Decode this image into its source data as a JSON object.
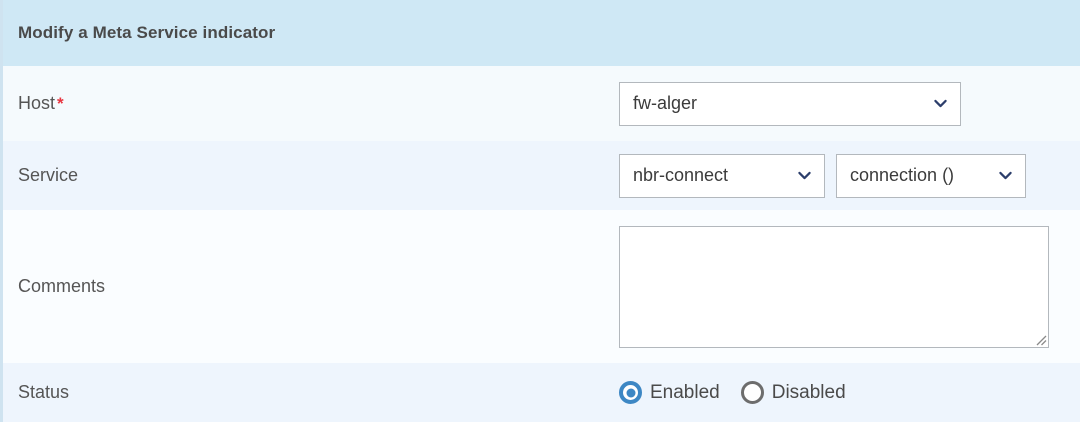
{
  "panel": {
    "title": "Modify a Meta Service indicator",
    "header_bg": "#cfe8f5",
    "accent_border": "#cfe3f0"
  },
  "fields": {
    "host": {
      "label": "Host",
      "required_marker": "*",
      "select_value": "fw-alger",
      "chevron_icon": "chevron-down-icon"
    },
    "service": {
      "label": "Service",
      "service_value": "nbr-connect",
      "metric_value": "connection ()",
      "chevron_icon": "chevron-down-icon"
    },
    "comments": {
      "label": "Comments",
      "value": "",
      "resize_icon": "resize-grip-icon"
    },
    "status": {
      "label": "Status",
      "options": [
        {
          "label": "Enabled",
          "selected": true
        },
        {
          "label": "Disabled",
          "selected": false
        }
      ],
      "selected_color": "#3d87c4",
      "unselected_color": "#6d6d6d"
    }
  }
}
